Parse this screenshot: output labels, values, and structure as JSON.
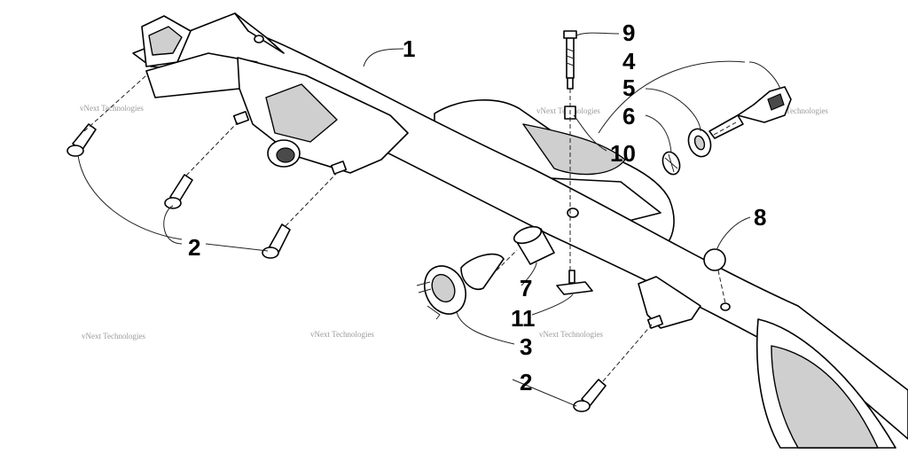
{
  "callouts": {
    "c1": "1",
    "c2a": "2",
    "c2b": "2",
    "c3": "3",
    "c4": "4",
    "c5": "5",
    "c6": "6",
    "c7": "7",
    "c8": "8",
    "c9": "9",
    "c10": "10",
    "c11": "11"
  },
  "watermark": {
    "text": "vNext Technologies"
  }
}
